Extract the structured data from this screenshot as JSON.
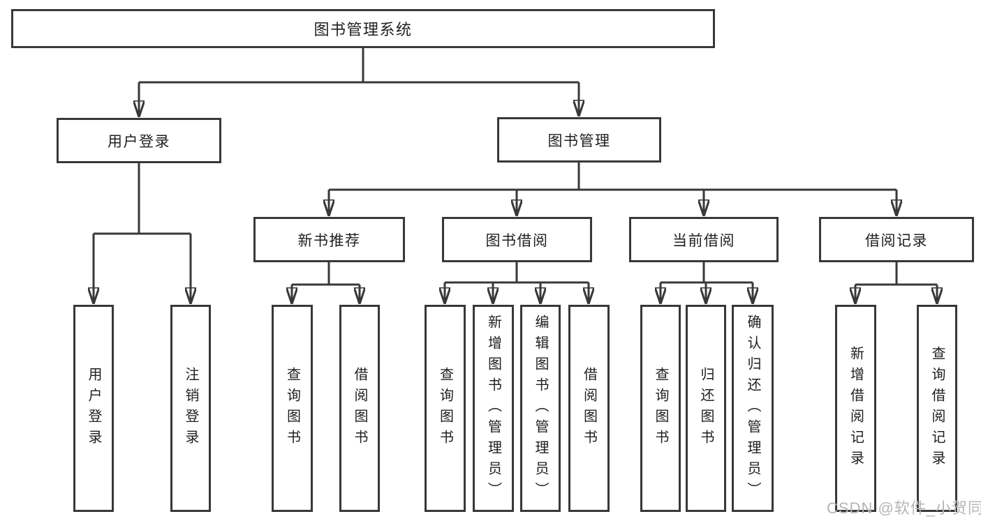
{
  "diagram": {
    "title": "图书管理系统",
    "watermark": "CSDN @软件_小贺同学",
    "colors": {
      "line": "#383838",
      "box_border": "#383838",
      "text": "#1f1f1f",
      "background": "#ffffff",
      "watermark": "#b5b5b5"
    },
    "nodes": {
      "root": "图书管理系统",
      "user_login": "用户登录",
      "book_mgmt": "图书管理",
      "new_book_rec": "新书推荐",
      "book_borrow": "图书借阅",
      "current_borrow": "当前借阅",
      "borrow_record": "借阅记录",
      "leaf_user_login": "用户登录",
      "leaf_logout": "注销登录",
      "leaf_query_book_rec": "查询图书",
      "leaf_borrow_book_rec": "借阅图书",
      "leaf_query_book_borrow": "查询图书",
      "leaf_add_book": "新增图书（管理员）",
      "leaf_edit_book": "编辑图书（管理员）",
      "leaf_borrow_book": "借阅图书",
      "leaf_query_book_current": "查询图书",
      "leaf_return_book": "归还图书",
      "leaf_confirm_return": "确认归还（管理员）",
      "leaf_add_borrow_record": "新增借阅记录",
      "leaf_query_borrow_record": "查询借阅记录"
    },
    "structure": {
      "root": [
        "user_login",
        "book_mgmt"
      ],
      "user_login": [
        "leaf_user_login",
        "leaf_logout"
      ],
      "book_mgmt": [
        "new_book_rec",
        "book_borrow",
        "current_borrow",
        "borrow_record"
      ],
      "new_book_rec": [
        "leaf_query_book_rec",
        "leaf_borrow_book_rec"
      ],
      "book_borrow": [
        "leaf_query_book_borrow",
        "leaf_add_book",
        "leaf_edit_book",
        "leaf_borrow_book"
      ],
      "current_borrow": [
        "leaf_query_book_current",
        "leaf_return_book",
        "leaf_confirm_return"
      ],
      "borrow_record": [
        "leaf_add_borrow_record",
        "leaf_query_borrow_record"
      ]
    }
  }
}
